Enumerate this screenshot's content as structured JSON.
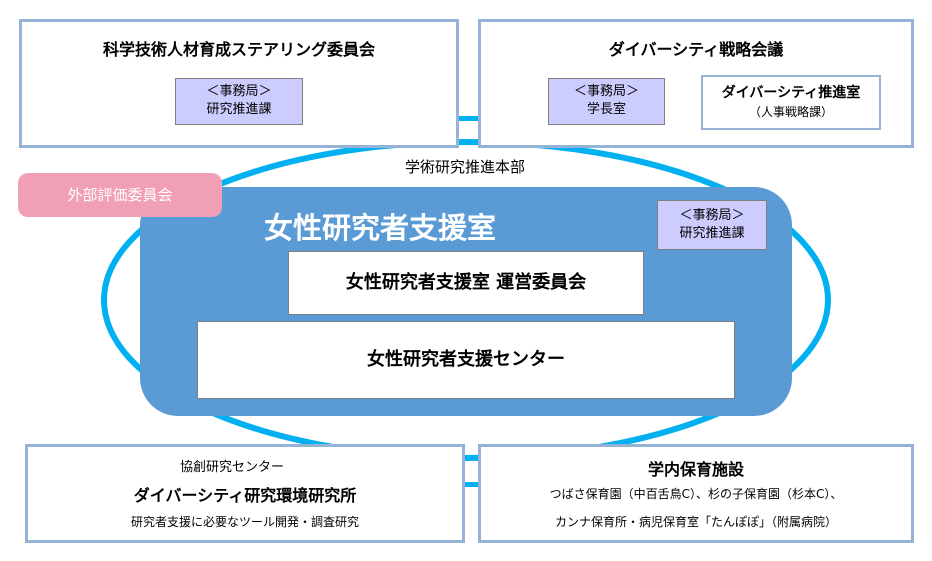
{
  "colors": {
    "ellipse": "#00b0f0",
    "core_fill": "#5b9bd5",
    "box_border": "#95b3d7",
    "secretariat_fill": "#ccccff",
    "external_fill": "#f19fb4"
  },
  "committee": {
    "title": "科学技術人材育成ステアリング委員会",
    "secretariat_line1": "＜事務局＞",
    "secretariat_line2": "研究推進課"
  },
  "diversity_council": {
    "title": "ダイバーシティ戦略会議",
    "secretariat_line1": "＜事務局＞",
    "secretariat_line2": "学長室",
    "office_name": "ダイバーシティ推進室",
    "office_dept": "（人事戦略課）"
  },
  "headquarters_label": "学術研究推進本部",
  "external_committee": "外部評価委員会",
  "support_office": {
    "title": "女性研究者支援室",
    "secretariat_line1": "＜事務局＞",
    "secretariat_line2": "研究推進課",
    "steering": "女性研究者支援室 運営委員会",
    "center": "女性研究者支援センター"
  },
  "research_institute": {
    "line1": "協創研究センター",
    "line2": "ダイバーシティ研究環境研究所",
    "line3": "研究者支援に必要なツール開発・調査研究"
  },
  "childcare": {
    "title": "学内保育施設",
    "line1": "つばさ保育園（中百舌鳥C）、杉の子保育園（杉本C）、",
    "line2": "カンナ保育所・病児保育室「たんぽぽ」（附属病院）"
  }
}
